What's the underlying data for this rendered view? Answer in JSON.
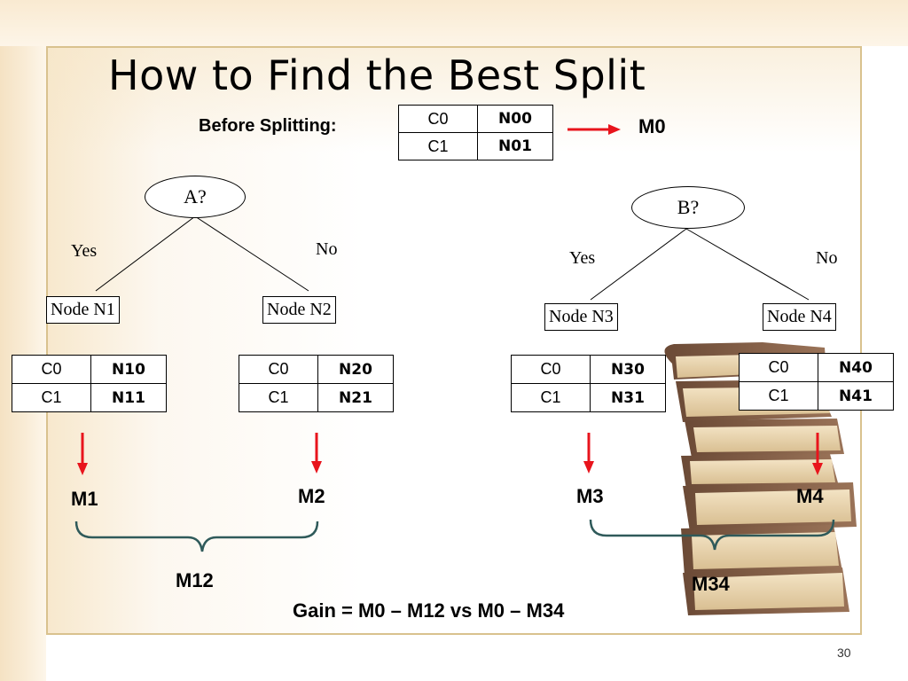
{
  "slide": {
    "title": "How to Find the Best Split",
    "page_number": "30"
  },
  "before": {
    "label": "Before Splitting:",
    "rows": [
      {
        "cls": "C0",
        "val": "N00"
      },
      {
        "cls": "C1",
        "val": "N01"
      }
    ],
    "result": "M0"
  },
  "split_a": {
    "question": "A?",
    "yes": "Yes",
    "no": "No",
    "node_yes": "Node N1",
    "node_no": "Node N2",
    "table_yes": [
      {
        "cls": "C0",
        "val": "N10"
      },
      {
        "cls": "C1",
        "val": "N11"
      }
    ],
    "table_no": [
      {
        "cls": "C0",
        "val": "N20"
      },
      {
        "cls": "C1",
        "val": "N21"
      }
    ],
    "m_yes": "M1",
    "m_no": "M2",
    "combined": "M12"
  },
  "split_b": {
    "question": "B?",
    "yes": "Yes",
    "no": "No",
    "node_yes": "Node N3",
    "node_no": "Node N4",
    "table_yes": [
      {
        "cls": "C0",
        "val": "N30"
      },
      {
        "cls": "C1",
        "val": "N31"
      }
    ],
    "table_no": [
      {
        "cls": "C0",
        "val": "N40"
      },
      {
        "cls": "C1",
        "val": "N41"
      }
    ],
    "m_yes": "M3",
    "m_no": "M4",
    "combined": "M34"
  },
  "gain": "Gain = M0 – M12 vs  M0 – M34",
  "colors": {
    "arrow": "#e8141c",
    "brace": "#2f5a5a",
    "frame": "#d9c28e"
  }
}
